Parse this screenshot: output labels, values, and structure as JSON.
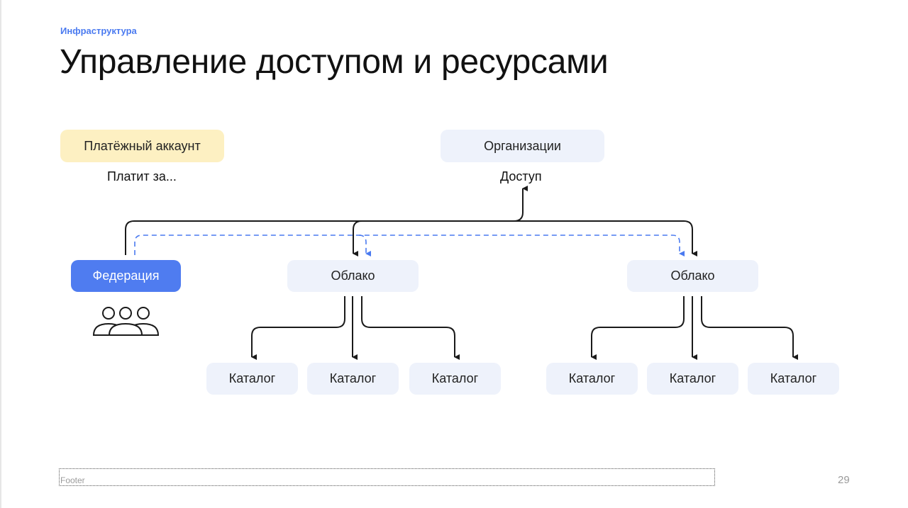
{
  "header": {
    "kicker": "Инфраструктура",
    "title": "Управление доступом и ресурсами"
  },
  "diagram": {
    "billing_account": "Платёжный аккаунт",
    "billing_caption": "Платит за...",
    "organizations": "Организации",
    "access_caption": "Доступ",
    "federation": "Федерация",
    "cloud_1": "Облако",
    "cloud_2": "Облако",
    "catalogs": [
      "Каталог",
      "Каталог",
      "Каталог",
      "Каталог",
      "Каталог",
      "Каталог"
    ],
    "colors": {
      "accent": "#4f7cf0",
      "node_light": "#eef2fb",
      "node_yellow": "#fdf0c2",
      "line": "#1a1a1a",
      "dashed": "#4a7af0"
    },
    "icons": [
      "users-group-icon"
    ]
  },
  "footer": {
    "text": "Footer",
    "page_number": "29"
  }
}
